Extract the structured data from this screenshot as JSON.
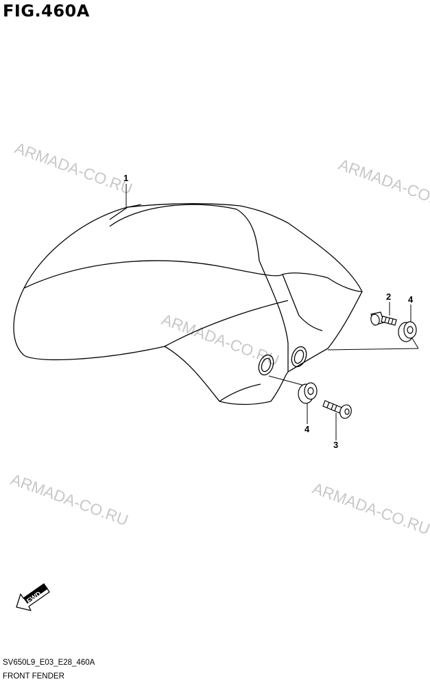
{
  "figure_title": "FIG.460A",
  "callouts": [
    "1",
    "2",
    "4",
    "4",
    "3"
  ],
  "watermarks": [
    "ARMADA-CO.RU",
    "ARMADA-CO.RU",
    "ARMADA-CO.RU",
    "ARMADA-CO.RU",
    "ARMADA-CO.RU"
  ],
  "fwd_label": "FWD",
  "diagram_code": "SV650L9_E03_E28_460A",
  "caption": "FRONT FENDER"
}
